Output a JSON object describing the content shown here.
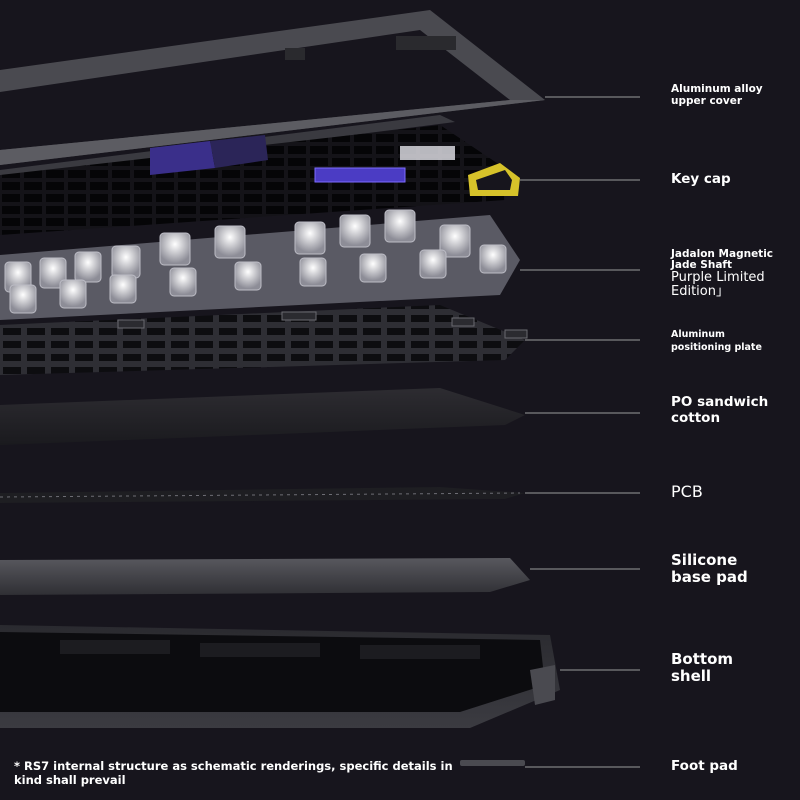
{
  "labels": {
    "upper_cover": [
      "Aluminum alloy",
      "upper cover"
    ],
    "key_cap": "Key cap",
    "switch": [
      "Jadalon Magnetic",
      "Jade Shaft",
      "Purple Limited",
      "Edition」"
    ],
    "plate": [
      "Aluminum",
      "positioning plate"
    ],
    "sandwich": [
      "PO sandwich",
      "cotton"
    ],
    "pcb": "PCB",
    "silicone": [
      "Silicone",
      "base pad"
    ],
    "bottom_shell": [
      "Bottom",
      "shell"
    ],
    "foot_pad": "Foot pad"
  },
  "footnote": "* RS7 internal structure as schematic renderings, specific details in kind shall prevail",
  "colors": {
    "background": "#17151d",
    "accent_purple": "#3a2f8a",
    "accent_yellow": "#d6c22a",
    "leader_line": "#9a9a9a"
  }
}
